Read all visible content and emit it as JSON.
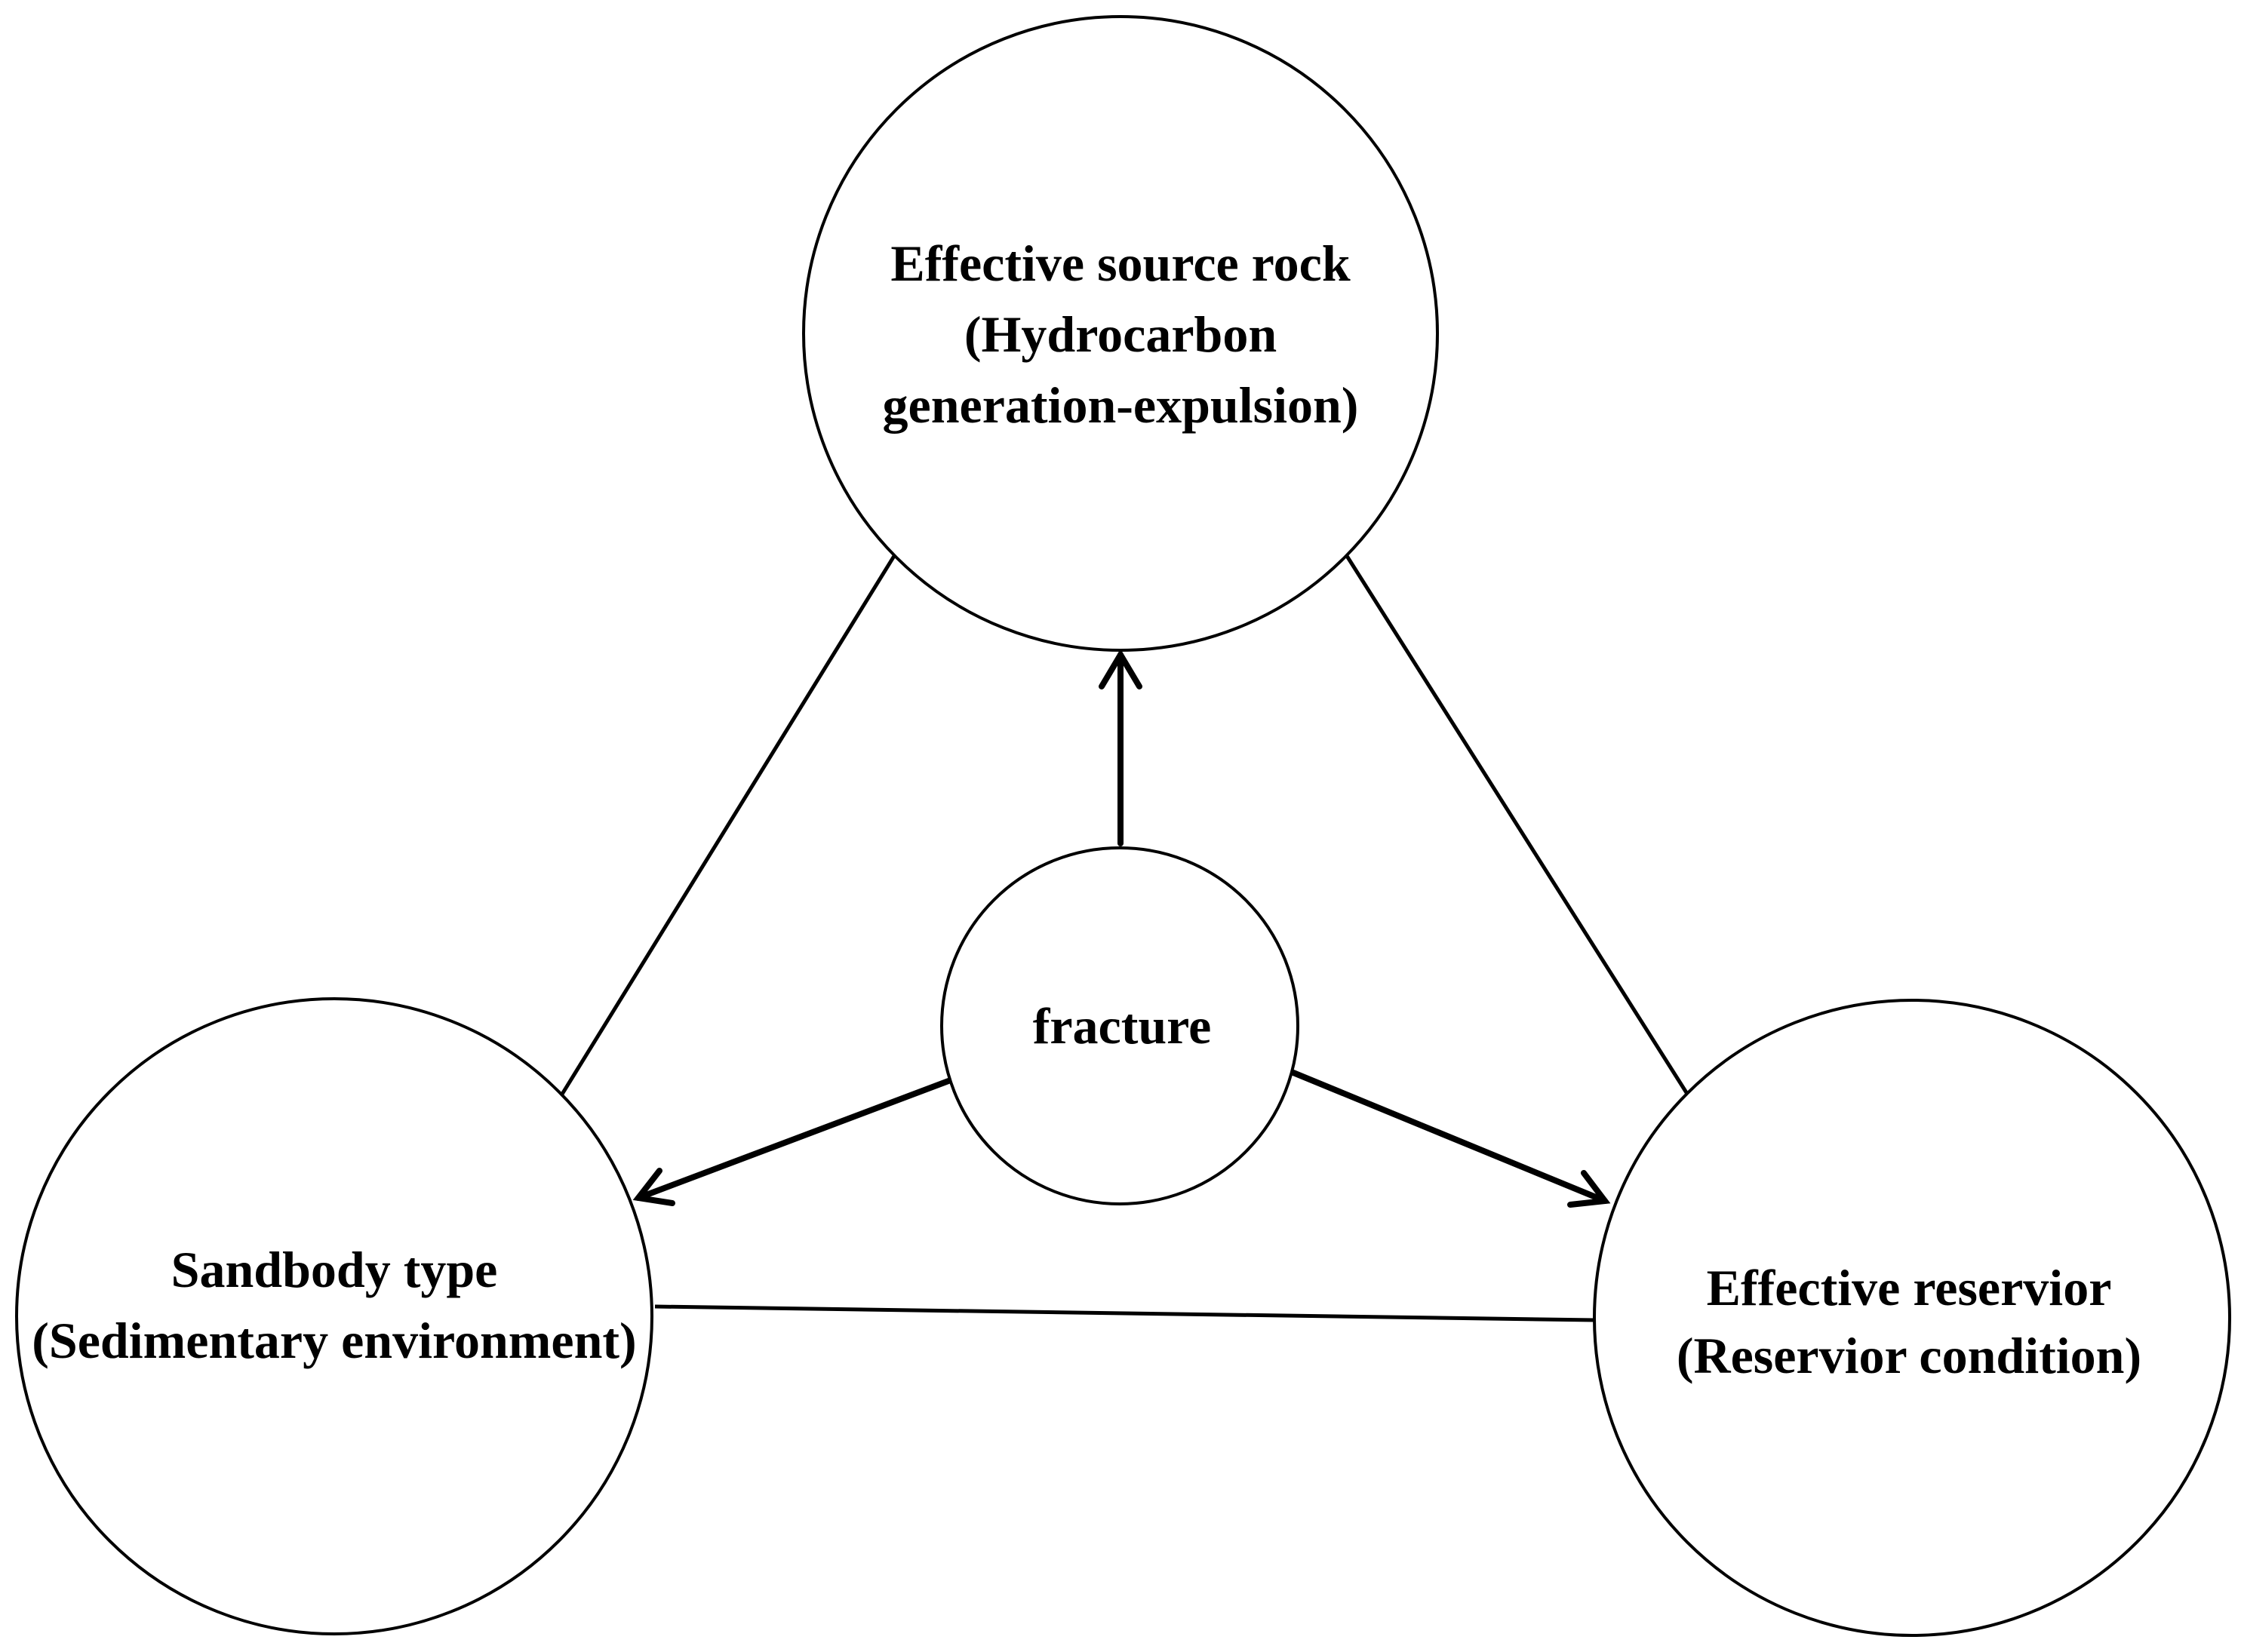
{
  "diagram": {
    "nodes": {
      "source_rock": {
        "line1": "Effective source rock",
        "line2": "(Hydrocarbon",
        "line3": "generation-expulsion)"
      },
      "fracture": {
        "label": "fracture"
      },
      "sandbody": {
        "line1": "Sandbody type",
        "line2": "(Sedimentary environment)"
      },
      "reservoir": {
        "line1": "Effective reservior",
        "line2": "(Reservior condition)"
      }
    },
    "edges": [
      {
        "from": "source_rock",
        "to": "sandbody",
        "type": "line"
      },
      {
        "from": "source_rock",
        "to": "reservoir",
        "type": "line"
      },
      {
        "from": "sandbody",
        "to": "reservoir",
        "type": "line"
      },
      {
        "from": "fracture",
        "to": "source_rock",
        "type": "arrow"
      },
      {
        "from": "fracture",
        "to": "sandbody",
        "type": "arrow"
      },
      {
        "from": "fracture",
        "to": "reservoir",
        "type": "arrow"
      }
    ],
    "colors": {
      "stroke": "#000000",
      "background": "#ffffff",
      "text": "#000000"
    }
  }
}
